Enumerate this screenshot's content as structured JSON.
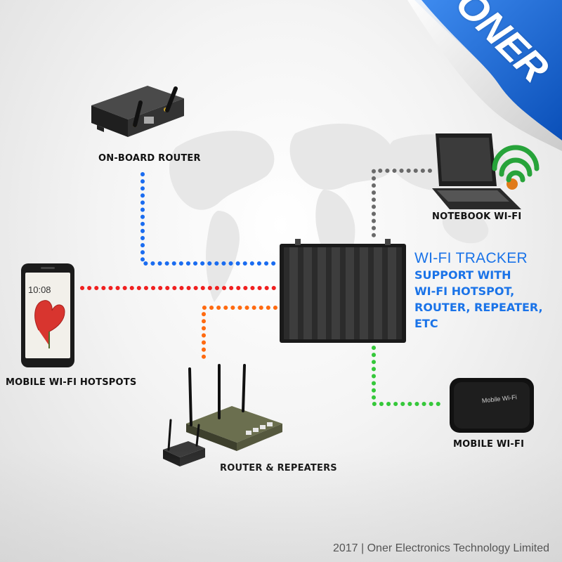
{
  "brand": {
    "logo_text": "ONER"
  },
  "tracker": {
    "title": "WI-FI TRACKER",
    "lines": [
      "SUPPORT WITH",
      "WI-FI HOTSPOT,",
      "ROUTER, REPEATER,",
      "ETC"
    ]
  },
  "devices": {
    "onboard_router": "ON-BOARD ROUTER",
    "notebook": "NOTEBOOK WI-FI",
    "mobile_hotspots": "MOBILE WI-FI HOTSPOTS",
    "mobile_wifi": "MOBILE WI-FI",
    "routers_repeaters": "ROUTER & REPEATERS"
  },
  "phone": {
    "clock": "10:08"
  },
  "mobile_wifi_device": {
    "printed_text": "Mobile Wi-Fi"
  },
  "footer": {
    "text": "2017 | Oner Electronics Technology Limited"
  },
  "colors": {
    "onboard_link": "#1a6cf0",
    "hotspot_link": "#f02020",
    "repeater_link": "#ff6a10",
    "notebook_link": "#6a6a6a",
    "mobile_wifi_link": "#35c83a",
    "brand_blue": "#0a5fd6",
    "wifi_green": "#27a33a"
  }
}
